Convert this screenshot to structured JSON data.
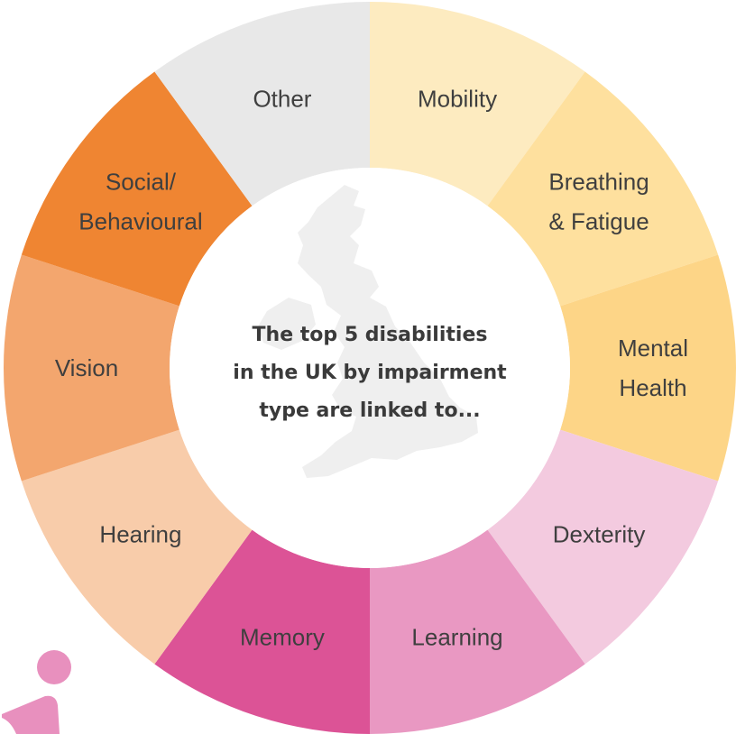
{
  "center_text": {
    "line1": "The top 5 disabilities",
    "line2": "in the UK by impairment",
    "line3": "type are linked to..."
  },
  "segments": [
    {
      "lines": [
        "Mobility"
      ],
      "color": "#FDEBC0"
    },
    {
      "lines": [
        "Breathing",
        "& Fatigue"
      ],
      "color": "#FEE09E"
    },
    {
      "lines": [
        "Mental",
        "Health"
      ],
      "color": "#FDD587"
    },
    {
      "lines": [
        "Dexterity"
      ],
      "color": "#F3CADF"
    },
    {
      "lines": [
        "Learning"
      ],
      "color": "#E998C2"
    },
    {
      "lines": [
        "Memory"
      ],
      "color": "#DC5396"
    },
    {
      "lines": [
        "Hearing"
      ],
      "color": "#F8CCAA"
    },
    {
      "lines": [
        "Vision"
      ],
      "color": "#F3A66E"
    },
    {
      "lines": [
        "Social/",
        "Behavioural"
      ],
      "color": "#EF8532"
    },
    {
      "lines": [
        "Other"
      ],
      "color": "#E8E8E8"
    }
  ],
  "colors": {
    "map_fill": "#EFEFEF",
    "figure": "#E890BE"
  },
  "icons": {
    "background_map": "uk-map-icon",
    "corner_figure": "person-icon"
  }
}
